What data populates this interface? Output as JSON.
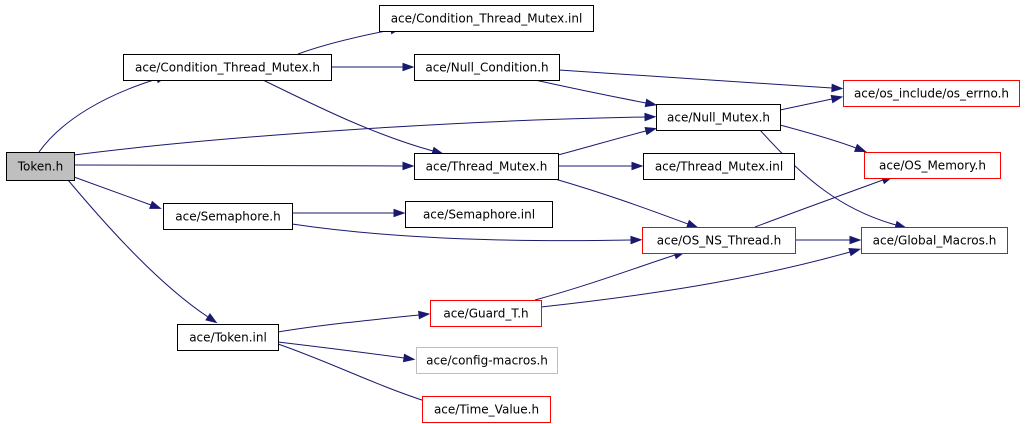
{
  "graph": {
    "nodes": [
      {
        "id": "token_h",
        "label": "Token.h",
        "style": "root"
      },
      {
        "id": "cond_thread_mutex_h",
        "label": "ace/Condition_Thread_Mutex.h",
        "style": "normal"
      },
      {
        "id": "cond_thread_mutex_inl",
        "label": "ace/Condition_Thread_Mutex.inl",
        "style": "normal"
      },
      {
        "id": "null_condition_h",
        "label": "ace/Null_Condition.h",
        "style": "normal"
      },
      {
        "id": "os_errno_h",
        "label": "ace/os_include/os_errno.h",
        "style": "red"
      },
      {
        "id": "null_mutex_h",
        "label": "ace/Null_Mutex.h",
        "style": "normal"
      },
      {
        "id": "thread_mutex_h",
        "label": "ace/Thread_Mutex.h",
        "style": "normal"
      },
      {
        "id": "thread_mutex_inl",
        "label": "ace/Thread_Mutex.inl",
        "style": "normal"
      },
      {
        "id": "os_memory_h",
        "label": "ace/OS_Memory.h",
        "style": "red"
      },
      {
        "id": "semaphore_h",
        "label": "ace/Semaphore.h",
        "style": "normal"
      },
      {
        "id": "semaphore_inl",
        "label": "ace/Semaphore.inl",
        "style": "normal"
      },
      {
        "id": "os_ns_thread_h",
        "label": "ace/OS_NS_Thread.h",
        "style": "red"
      },
      {
        "id": "global_macros_h",
        "label": "ace/Global_Macros.h",
        "style": "red"
      },
      {
        "id": "guard_t_h",
        "label": "ace/Guard_T.h",
        "style": "red"
      },
      {
        "id": "token_inl",
        "label": "ace/Token.inl",
        "style": "normal"
      },
      {
        "id": "config_macros_h",
        "label": "ace/config-macros.h",
        "style": "gray"
      },
      {
        "id": "time_value_h",
        "label": "ace/Time_Value.h",
        "style": "red"
      }
    ],
    "edges": [
      {
        "from": "token_h",
        "to": "cond_thread_mutex_h"
      },
      {
        "from": "token_h",
        "to": "null_mutex_h"
      },
      {
        "from": "token_h",
        "to": "thread_mutex_h"
      },
      {
        "from": "token_h",
        "to": "semaphore_h"
      },
      {
        "from": "token_h",
        "to": "token_inl"
      },
      {
        "from": "cond_thread_mutex_h",
        "to": "cond_thread_mutex_inl"
      },
      {
        "from": "cond_thread_mutex_h",
        "to": "null_condition_h"
      },
      {
        "from": "cond_thread_mutex_h",
        "to": "thread_mutex_h"
      },
      {
        "from": "null_condition_h",
        "to": "os_errno_h"
      },
      {
        "from": "null_condition_h",
        "to": "null_mutex_h"
      },
      {
        "from": "null_mutex_h",
        "to": "os_errno_h"
      },
      {
        "from": "null_mutex_h",
        "to": "os_memory_h"
      },
      {
        "from": "null_mutex_h",
        "to": "global_macros_h"
      },
      {
        "from": "thread_mutex_h",
        "to": "null_mutex_h"
      },
      {
        "from": "thread_mutex_h",
        "to": "thread_mutex_inl"
      },
      {
        "from": "thread_mutex_h",
        "to": "os_ns_thread_h"
      },
      {
        "from": "semaphore_h",
        "to": "semaphore_inl"
      },
      {
        "from": "semaphore_h",
        "to": "os_ns_thread_h"
      },
      {
        "from": "os_ns_thread_h",
        "to": "os_memory_h"
      },
      {
        "from": "os_ns_thread_h",
        "to": "global_macros_h"
      },
      {
        "from": "guard_t_h",
        "to": "os_ns_thread_h"
      },
      {
        "from": "guard_t_h",
        "to": "global_macros_h"
      },
      {
        "from": "token_inl",
        "to": "guard_t_h"
      },
      {
        "from": "token_inl",
        "to": "config_macros_h"
      },
      {
        "from": "token_inl",
        "to": "time_value_h"
      }
    ]
  }
}
